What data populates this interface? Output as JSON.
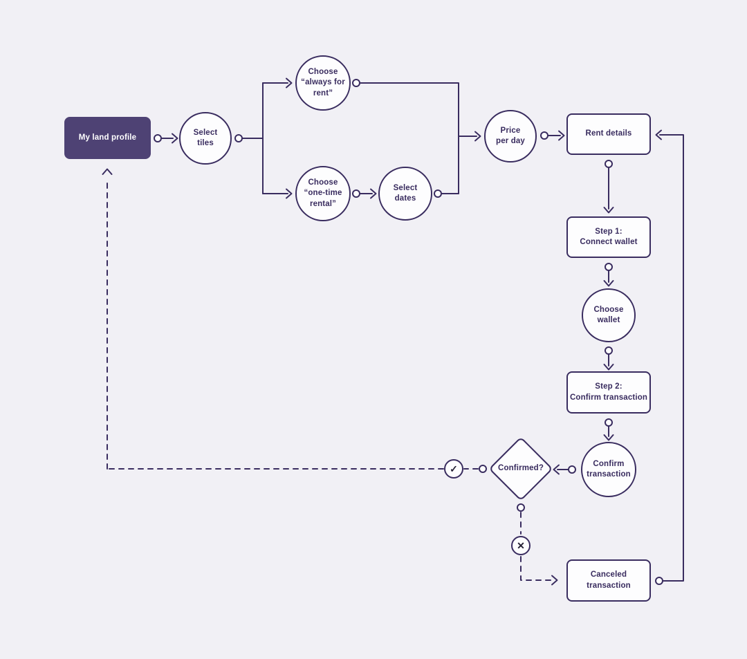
{
  "canvas": {
    "background": "#f1f0f5"
  },
  "palette": {
    "line": "#392c5f",
    "node_fill": "#fdfdfe",
    "accent_fill": "#4e4274",
    "accent_text": "#ffffff",
    "text": "#392c5f"
  },
  "nodes": {
    "my_land_profile": {
      "label": "My land profile",
      "shape": "rounded-rect-filled"
    },
    "select_tiles": {
      "label": "Select\ntiles",
      "shape": "circle"
    },
    "choose_always_for_rent": {
      "label": "Choose\n“always for\nrent”",
      "shape": "circle"
    },
    "choose_one_time_rental": {
      "label": "Choose\n“one-time\nrental”",
      "shape": "circle"
    },
    "select_dates": {
      "label": "Select\ndates",
      "shape": "circle"
    },
    "price_per_day": {
      "label": "Price\nper day",
      "shape": "circle"
    },
    "rent_details": {
      "label": "Rent details",
      "shape": "rounded-rect"
    },
    "step_1_connect_wallet": {
      "label": "Step 1:\nConnect wallet",
      "shape": "rounded-rect"
    },
    "choose_wallet": {
      "label": "Choose\nwallet",
      "shape": "circle"
    },
    "step_2_confirm_transaction": {
      "label": "Step 2:\nConfirm transaction",
      "shape": "rounded-rect"
    },
    "confirm_transaction": {
      "label": "Confirm\ntransaction",
      "shape": "circle"
    },
    "confirmed": {
      "label": "Confirmed?",
      "shape": "diamond"
    },
    "canceled_transaction": {
      "label": "Canceled\ntransaction",
      "shape": "rounded-rect"
    }
  },
  "icons": {
    "confirmed_check": "✓",
    "canceled_cross": "✕"
  }
}
